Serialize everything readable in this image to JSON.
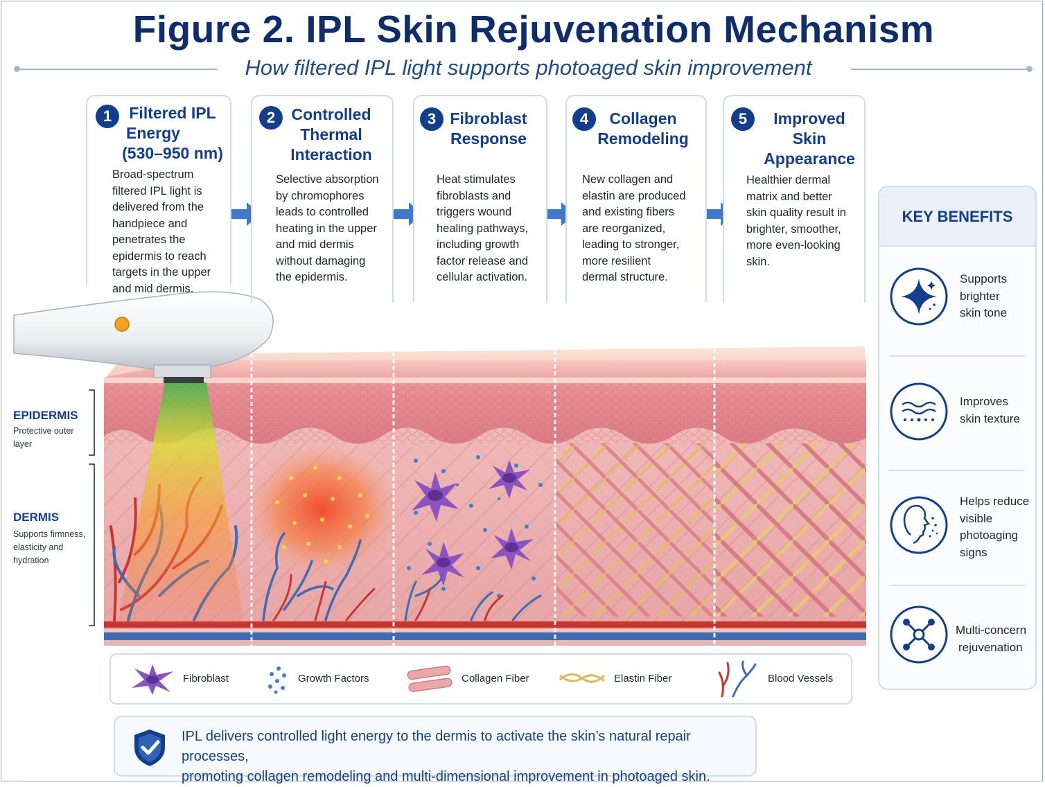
{
  "header": {
    "title": "Figure 2. IPL Skin Rejuvenation Mechanism",
    "subtitle": "How filtered IPL light supports photoaged skin improvement"
  },
  "steps": [
    {
      "number": "1",
      "title_lines": [
        "Filtered IPL",
        "Energy",
        "(530–950 nm)"
      ],
      "desc_lines": [
        "Broad-spectrum",
        "filtered IPL light is",
        "delivered from the",
        "handpiece and",
        "penetrates the",
        "epidermis to reach",
        "targets in the upper",
        "and mid dermis."
      ]
    },
    {
      "number": "2",
      "title_lines": [
        "Controlled",
        "Thermal",
        "Interaction"
      ],
      "desc_lines": [
        "Selective absorption",
        "by chromophores",
        "leads to controlled",
        "heating in the upper",
        "and mid dermis",
        "without damaging",
        "the epidermis."
      ]
    },
    {
      "number": "3",
      "title_lines": [
        "Fibroblast",
        "Response"
      ],
      "desc_lines": [
        "Heat stimulates",
        "fibroblasts and",
        "triggers wound",
        "healing pathways,",
        "including growth",
        "factor release and",
        "cellular activation."
      ]
    },
    {
      "number": "4",
      "title_lines": [
        "Collagen",
        "Remodeling"
      ],
      "desc_lines": [
        "New collagen and",
        "elastin are produced",
        "and existing fibers",
        "are reorganized,",
        "leading to stronger,",
        "more resilient",
        "dermal structure."
      ]
    },
    {
      "number": "5",
      "title_lines": [
        "Improved Skin",
        "Appearance"
      ],
      "desc_lines": [
        "Healthier dermal",
        "matrix and better",
        "skin quality result in",
        "brighter, smoother,",
        "more even-looking",
        "skin."
      ]
    }
  ],
  "layers": {
    "epidermis": {
      "label": "EPIDERMIS",
      "desc_lines": [
        "Protective outer",
        "layer"
      ]
    },
    "dermis": {
      "label": "DERMIS",
      "desc_lines": [
        "Supports firmness,",
        "elasticity and",
        "hydration"
      ]
    }
  },
  "legend": {
    "items": [
      {
        "label": "Fibroblast",
        "icon": "fibroblast-icon"
      },
      {
        "label": "Growth Factors",
        "icon": "growth-factors-icon"
      },
      {
        "label": "Collagen Fiber",
        "icon": "collagen-fiber-icon"
      },
      {
        "label": "Elastin Fiber",
        "icon": "elastin-fiber-icon"
      },
      {
        "label": "Blood Vessels",
        "icon": "blood-vessels-icon"
      }
    ]
  },
  "benefits": {
    "title": "KEY BENEFITS",
    "items": [
      {
        "icon": "sparkle-icon",
        "text_lines": [
          "Supports",
          "brighter",
          "skin tone"
        ]
      },
      {
        "icon": "texture-waves-icon",
        "text_lines": [
          "Improves",
          "skin texture"
        ]
      },
      {
        "icon": "face-profile-icon",
        "text_lines": [
          "Helps reduce",
          "visible",
          "photoaging",
          "signs"
        ]
      },
      {
        "icon": "network-nodes-icon",
        "text_lines": [
          "Multi-concern",
          "rejuvenation"
        ]
      }
    ]
  },
  "summary": {
    "icon": "shield-check-icon",
    "lines": [
      "IPL delivers controlled light energy to the dermis to activate the skin’s natural repair processes,",
      "promoting collagen remodeling and multi-dimensional improvement in photoaged skin."
    ]
  },
  "colors": {
    "navy": "#123e8c",
    "title_navy": "#0f2d6b",
    "skin_pink": "#e9a6a8",
    "epidermis_pink": "#e48f95",
    "fibroblast_purple": "#8a55c0",
    "growth_factor_blue": "#3f7fd0",
    "elastin_yellow": "#e8c774",
    "vessel_red": "#c8342e",
    "vessel_blue": "#3d6bb5",
    "heat_orange": "#f26b2a"
  }
}
